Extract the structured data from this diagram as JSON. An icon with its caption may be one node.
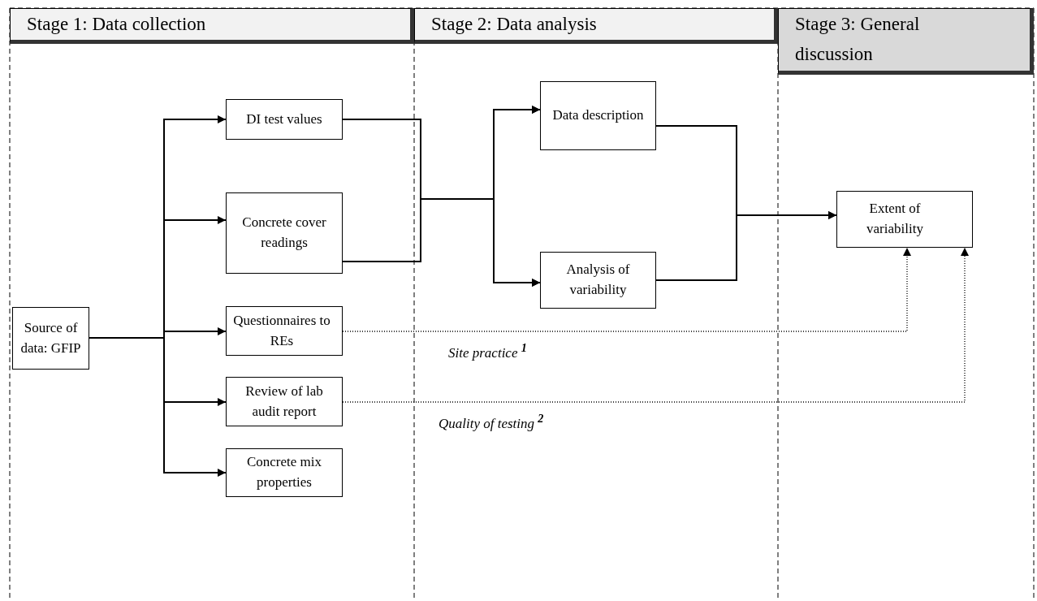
{
  "diagram": {
    "nodes": [
      {
        "text": [
          "Stage 1: Data collection"
        ]
      },
      {
        "text": [
          "Stage 2: Data analysis"
        ]
      },
      {
        "text": [
          "Stage 3: General discussion"
        ]
      },
      {
        "text": [
          "Source of data: GFIP"
        ]
      },
      {
        "text": [
          "DI test values"
        ]
      },
      {
        "text": [
          "Concrete cover readings"
        ]
      },
      {
        "text": [
          "Questionnaires to REs"
        ]
      },
      {
        "text": [
          "Review of lab audit report"
        ]
      },
      {
        "text": [
          "Concrete mix properties"
        ]
      },
      {
        "text": [
          "Data description"
        ]
      },
      {
        "text": [
          "Analysis of variability"
        ]
      },
      {
        "text": [
          "Extent of variability"
        ]
      }
    ],
    "edges": [
      {
        "from": 3,
        "to": 4,
        "arrow": "to"
      },
      {
        "from": 3,
        "to": 5,
        "arrow": "to"
      },
      {
        "from": 3,
        "to": 6,
        "arrow": "to"
      },
      {
        "from": 3,
        "to": 7,
        "arrow": "to"
      },
      {
        "from": 3,
        "to": 8,
        "arrow": "to"
      },
      {
        "from": 4,
        "to": 9,
        "arrow": "to"
      },
      {
        "from": 4,
        "to": 10,
        "arrow": "to"
      },
      {
        "from": 5,
        "to": 9,
        "arrow": "to"
      },
      {
        "from": 5,
        "to": 10,
        "arrow": "to"
      },
      {
        "from": 9,
        "to": 11,
        "arrow": "to"
      },
      {
        "from": 10,
        "to": 11,
        "arrow": "to"
      },
      {
        "from": 6,
        "to": 11,
        "arrow": "to",
        "style": "dashed",
        "label": "Site practice $^{1}$"
      },
      {
        "from": 7,
        "to": 11,
        "arrow": "to",
        "style": "dashed",
        "label": "Quality of testing $^{2}$"
      }
    ]
  }
}
